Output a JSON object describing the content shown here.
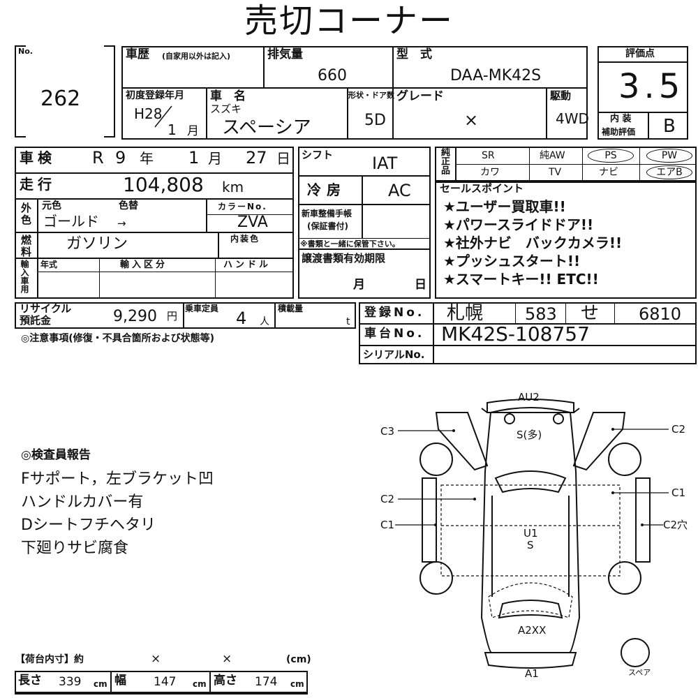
{
  "title": "売切コーナー",
  "lot": {
    "label": "No.",
    "value": "262"
  },
  "history": {
    "label": "車歴",
    "note": "(自家用以外は記入)"
  },
  "displacement": {
    "label": "排気量",
    "value": "660"
  },
  "model": {
    "label": "型　式",
    "value": "DAA-MK42S"
  },
  "score": {
    "label": "評価点",
    "value": "3.5"
  },
  "first_reg": {
    "label": "初度登録年月",
    "year": "H28",
    "month": "1",
    "month_unit": "月"
  },
  "car_name": {
    "label": "車　名",
    "maker": "スズキ",
    "value": "スペーシア"
  },
  "shape": {
    "label": "形状・ドア数",
    "value": "5D"
  },
  "grade": {
    "label": "グレード",
    "value": "×"
  },
  "drive": {
    "label": "駆動",
    "value": "4WD"
  },
  "interior_grade": {
    "label1": "内 装",
    "label2": "補助評価",
    "value": "B"
  },
  "shaken": {
    "label": "車検",
    "era": "R",
    "year": "9",
    "year_unit": "年",
    "month": "1",
    "month_unit": "月",
    "day": "27",
    "day_unit": "日"
  },
  "shift": {
    "label": "シフト",
    "value": "IAT"
  },
  "mileage": {
    "label": "走行",
    "value": "104,808",
    "unit": "km"
  },
  "aircon": {
    "label": "冷房",
    "value": "AC"
  },
  "color": {
    "side_label": "外色",
    "orig_label": "元色",
    "change_label": "色替",
    "value": "ゴールド",
    "arrow": "→",
    "code_label": "カラーNo.",
    "code": "ZVA"
  },
  "fuel": {
    "side_label": "燃料",
    "value": "ガソリン",
    "interior_label": "内装色"
  },
  "import": {
    "side_label": "輸入車用",
    "year_label": "年式",
    "type_label": "輸入区分",
    "handle_label": "ハンドル"
  },
  "new_car_booklet": {
    "label": "新車整備手帳",
    "label2": "(保証書付)",
    "note": "※書類と一緒に保管下さい。"
  },
  "transfer": {
    "label": "譲渡書類有効期限",
    "month_unit": "月",
    "day_unit": "日"
  },
  "genuine": {
    "side_label": "純正品",
    "row1": [
      "SR",
      "純AW",
      "PS",
      "PW"
    ],
    "row2": [
      "カワ",
      "TV",
      "ナビ",
      "エアB"
    ]
  },
  "sales_points": {
    "label": "セールスポイント",
    "items": [
      "★ユーザー買取車!!",
      "★パワースライドドア!!",
      "★社外ナビ　バックカメラ!!",
      "★プッシュスタート!!",
      "★スマートキー!! ETC!!"
    ]
  },
  "recycle": {
    "label1": "リサイクル",
    "label2": "預託金",
    "value": "9,290",
    "unit": "円"
  },
  "capacity": {
    "label": "乗車定員",
    "value": "4",
    "unit": "人"
  },
  "load": {
    "label": "積載量",
    "unit": "t"
  },
  "registration": {
    "label": "登録No.",
    "region": "札幌",
    "class": "583",
    "kana": "せ",
    "number": "6810"
  },
  "chassis": {
    "label": "車台No.",
    "value": "MK42S-108757"
  },
  "serial": {
    "label": "シリアルNo."
  },
  "caution": "◎注意事項(修復・不具合箇所および状態等)",
  "inspector": {
    "title": "◎検査員報告",
    "lines": [
      "Fサポート，左ブラケット凹",
      "ハンドルカバー有",
      "Dシートフチヘタリ",
      "下廻りサビ腐食"
    ]
  },
  "diagram": {
    "labels": {
      "au2": "AU2",
      "s_multi": "S(多)",
      "c3": "C3",
      "c2_tr": "C2",
      "c2_l": "C2",
      "c1_r": "C1",
      "c1_l": "C1",
      "c2hole": "C2穴",
      "u1": "U1",
      "s": "S",
      "a2xx": "A2XX",
      "a1": "A1",
      "spare": "スペア"
    }
  },
  "cargo": {
    "label": "【荷台内寸】約",
    "x1": "×",
    "x2": "×",
    "unit_cm": "(cm)",
    "length_label": "長さ",
    "length": "339",
    "width_label": "幅",
    "width": "147",
    "height_label": "高さ",
    "height": "174",
    "cm": "cm"
  }
}
